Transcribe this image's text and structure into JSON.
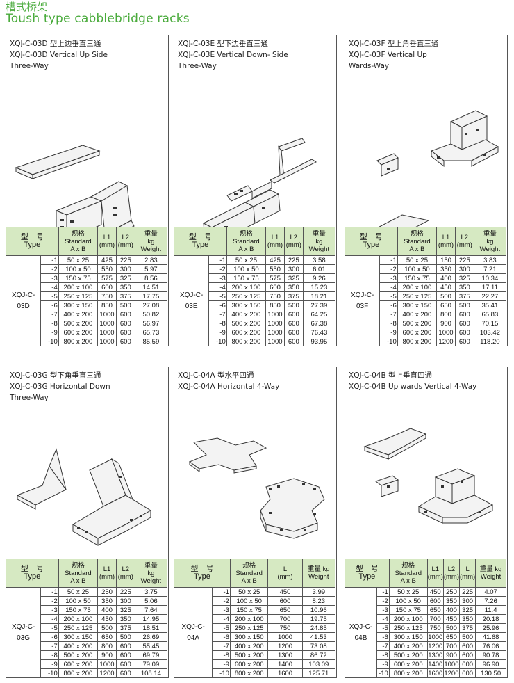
{
  "page": {
    "title_zh": "槽式桥架",
    "title_en": "Toush type cabblebridge racks"
  },
  "panels": [
    {
      "line1": "XQJ-C-03D 型上边垂直三通",
      "line2": "XQJ-C-03D Vertical Up Side",
      "line3": "Three-Way",
      "headers": [
        "型　号",
        "Type",
        "规格",
        "Standard",
        "A x B",
        "L1",
        "(mm)",
        "L2",
        "(mm)",
        "重量",
        "kg",
        "Weight"
      ],
      "type_label": [
        "XQJ-C-",
        "03D"
      ],
      "rows": [
        [
          "-1",
          "50 x 25",
          "425",
          "225",
          "2.83"
        ],
        [
          "-2",
          "100 x 50",
          "550",
          "300",
          "5.97"
        ],
        [
          "-3",
          "150 x 75",
          "575",
          "325",
          "8.56"
        ],
        [
          "-4",
          "200 x 100",
          "600",
          "350",
          "14.51"
        ],
        [
          "-5",
          "250 x 125",
          "750",
          "375",
          "17.75"
        ],
        [
          "-6",
          "300 x 150",
          "850",
          "500",
          "27.08"
        ],
        [
          "-7",
          "400 x 200",
          "1000",
          "600",
          "50.82"
        ],
        [
          "-8",
          "500 x 200",
          "1000",
          "600",
          "56.97"
        ],
        [
          "-9",
          "600 x 200",
          "1000",
          "600",
          "65.73"
        ],
        [
          "-10",
          "800 x 200",
          "1000",
          "600",
          "85.59"
        ]
      ]
    },
    {
      "line1": "XQJ-C-03E 型下边垂直三通",
      "line2": "XQJ-C-03E Vertical Down- Side",
      "line3": "Three-Way",
      "headers": [
        "型　号",
        "Type",
        "规格",
        "Standard",
        "A x B",
        "L1",
        "(mm)",
        "L2",
        "(mm)",
        "重量",
        "kg",
        "Weight"
      ],
      "type_label": [
        "XQJ-C-",
        "03E"
      ],
      "rows": [
        [
          "-1",
          "50 x 25",
          "425",
          "225",
          "3.58"
        ],
        [
          "-2",
          "100 x 50",
          "550",
          "300",
          "6.01"
        ],
        [
          "-3",
          "150 x 75",
          "575",
          "325",
          "9.26"
        ],
        [
          "-4",
          "200 x 100",
          "600",
          "350",
          "15.23"
        ],
        [
          "-5",
          "250 x 125",
          "750",
          "375",
          "18.21"
        ],
        [
          "-6",
          "300 x 150",
          "850",
          "500",
          "27.39"
        ],
        [
          "-7",
          "400 x 200",
          "1000",
          "600",
          "64.25"
        ],
        [
          "-8",
          "500 x 200",
          "1000",
          "600",
          "67.38"
        ],
        [
          "-9",
          "600 x 200",
          "1000",
          "600",
          "76.43"
        ],
        [
          "-10",
          "800 x 200",
          "1000",
          "600",
          "93.95"
        ]
      ]
    },
    {
      "line1": "XQJ-C-03F 型上角垂直三通",
      "line2": "XQJ-C-03F Vertical Up",
      "line3": "Wards-Way",
      "headers": [
        "型　号",
        "Type",
        "规格",
        "Standard",
        "A x B",
        "L1",
        "(mm)",
        "L2",
        "(mm)",
        "重量",
        "kg",
        "Weight"
      ],
      "type_label": [
        "XQJ-C-",
        "03F"
      ],
      "rows": [
        [
          "-1",
          "50 x 25",
          "150",
          "225",
          "3.83"
        ],
        [
          "-2",
          "100 x 50",
          "350",
          "300",
          "7.21"
        ],
        [
          "-3",
          "150 x 75",
          "400",
          "325",
          "10.34"
        ],
        [
          "-4",
          "200 x 100",
          "450",
          "350",
          "17.11"
        ],
        [
          "-5",
          "250 x 125",
          "500",
          "375",
          "22.27"
        ],
        [
          "-6",
          "300 x 150",
          "650",
          "500",
          "35.41"
        ],
        [
          "-7",
          "400 x 200",
          "800",
          "600",
          "65.83"
        ],
        [
          "-8",
          "500 x 200",
          "900",
          "600",
          "70.15"
        ],
        [
          "-9",
          "600 x 200",
          "1000",
          "600",
          "103.42"
        ],
        [
          "-10",
          "800 x 200",
          "1200",
          "600",
          "118.20"
        ]
      ]
    },
    {
      "line1": "XQJ-C-03G 型下角垂直三通",
      "line2": "XQJ-C-03G Horizontal Down",
      "line3": "Three-Way",
      "headers": [
        "型　号",
        "Type",
        "规格",
        "Standard",
        "A x B",
        "L1",
        "(mm)",
        "L2",
        "(mm)",
        "重量",
        "kg",
        "Weight"
      ],
      "type_label": [
        "XQJ-C-",
        "03G"
      ],
      "rows": [
        [
          "-1",
          "50 x 25",
          "250",
          "225",
          "3.75"
        ],
        [
          "-2",
          "100 x 50",
          "350",
          "300",
          "5.06"
        ],
        [
          "-3",
          "150 x 75",
          "400",
          "325",
          "7.64"
        ],
        [
          "-4",
          "200 x 100",
          "450",
          "350",
          "14.95"
        ],
        [
          "-5",
          "250 x 125",
          "500",
          "375",
          "18.51"
        ],
        [
          "-6",
          "300 x 150",
          "650",
          "500",
          "26.69"
        ],
        [
          "-7",
          "400 x 200",
          "800",
          "600",
          "55.45"
        ],
        [
          "-8",
          "500 x 200",
          "900",
          "600",
          "69.79"
        ],
        [
          "-9",
          "600 x 200",
          "1000",
          "600",
          "79.09"
        ],
        [
          "-10",
          "800 x 200",
          "1200",
          "600",
          "108.14"
        ]
      ]
    },
    {
      "line1": "XQJ-C-04A 型水平四通",
      "line2": "XQJ-C-04A Horizontal 4-Way",
      "line3": "",
      "headers": [
        "型　号",
        "Type",
        "规格",
        "Standard",
        "A x B",
        "L",
        "(mm)",
        "重量 kg",
        "Weight"
      ],
      "type_label": [
        "XQJ-C-",
        "04A"
      ],
      "rows": [
        [
          "-1",
          "50 x 25",
          "450",
          "3.99"
        ],
        [
          "-2",
          "100 x 50",
          "600",
          "8.23"
        ],
        [
          "-3",
          "150 x 75",
          "650",
          "10.96"
        ],
        [
          "-4",
          "200 x 100",
          "700",
          "19.75"
        ],
        [
          "-5",
          "250 x 125",
          "750",
          "24.85"
        ],
        [
          "-6",
          "300 x 150",
          "1000",
          "41.53"
        ],
        [
          "-7",
          "400 x 200",
          "1200",
          "73.08"
        ],
        [
          "-8",
          "500 x 200",
          "1300",
          "86.72"
        ],
        [
          "-9",
          "600 x 200",
          "1400",
          "103.09"
        ],
        [
          "-10",
          "800 x 200",
          "1600",
          "125.71"
        ]
      ]
    },
    {
      "line1": "XQJ-C-04B 型上垂直四通",
      "line2": "XQJ-C-04B Up wards Vertical 4-Way",
      "line3": "",
      "headers": [
        "型　号",
        "Type",
        "规格",
        "Standard",
        "A x B",
        "L1",
        "(mm)",
        "L2",
        "(mm)",
        "L",
        "(mm)",
        "重量 kg",
        "Weight"
      ],
      "type_label": [
        "XQJ-C-",
        "04B"
      ],
      "rows": [
        [
          "-1",
          "50 x 25",
          "450",
          "250",
          "225",
          "4.07"
        ],
        [
          "-2",
          "100 x 50",
          "600",
          "350",
          "300",
          "7.26"
        ],
        [
          "-3",
          "150 x 75",
          "650",
          "400",
          "325",
          "11.4"
        ],
        [
          "-4",
          "200 x 100",
          "700",
          "450",
          "350",
          "20.18"
        ],
        [
          "-5",
          "250 x 125",
          "750",
          "500",
          "375",
          "25.96"
        ],
        [
          "-6",
          "300 x 150",
          "1000",
          "650",
          "500",
          "41.68"
        ],
        [
          "-7",
          "400 x 200",
          "1200",
          "700",
          "600",
          "76.06"
        ],
        [
          "-8",
          "500 x 200",
          "1300",
          "900",
          "600",
          "90.78"
        ],
        [
          "-9",
          "600 x 200",
          "1400",
          "1000",
          "600",
          "96.90"
        ],
        [
          "-10",
          "800 x 200",
          "1600",
          "1200",
          "600",
          "130.50"
        ]
      ]
    }
  ]
}
